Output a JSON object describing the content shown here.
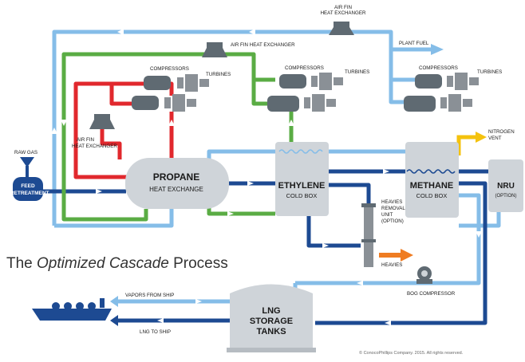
{
  "colors": {
    "light_blue": "#85bde8",
    "dark_blue": "#1d4a92",
    "green": "#5aac44",
    "red": "#e1282d",
    "orange": "#ef7c22",
    "yellow": "#f4c20d",
    "vessel": "#cfd4d9",
    "equipment": "#5f6a72"
  },
  "title": {
    "prefix": "The ",
    "emphasis": "Optimized Cascade",
    "suffix": " Process"
  },
  "labels": {
    "raw_gas": "RAW GAS",
    "feed_pretreatment_1": "FEED",
    "feed_pretreatment_2": "PRETREATMENT",
    "propane_1": "PROPANE",
    "propane_2": "HEAT EXCHANGE",
    "ethylene_1": "ETHYLENE",
    "ethylene_2": "COLD BOX",
    "methane_1": "METHANE",
    "methane_2": "COLD BOX",
    "nru_1": "NRU",
    "nru_2": "(OPTION)",
    "lng_1": "LNG",
    "lng_2": "STORAGE",
    "lng_3": "TANKS",
    "air_fin_top_1": "AIR FIN",
    "air_fin_top_2": "HEAT EXCHANGER",
    "air_fin_mid": "AIR FIN HEAT EXCHANGER",
    "air_fin_left_1": "AIR FIN",
    "air_fin_left_2": "HEAT EXCHANGER",
    "compressors": "COMPRESSORS",
    "turbines": "TURBINES",
    "plant_fuel": "PLANT FUEL",
    "nitrogen_vent_1": "NITROGEN",
    "nitrogen_vent_2": "VENT",
    "heavies_removal_1": "HEAVIES",
    "heavies_removal_2": "REMOVAL",
    "heavies_removal_3": "UNIT",
    "heavies_removal_4": "(OPTION)",
    "heavies": "HEAVIES",
    "bog_compressor": "BOG COMPRESSOR",
    "vapors_from_ship": "VAPORS FROM SHIP",
    "lng_to_ship": "LNG TO SHIP"
  },
  "copyright": "© ConocoPhillips Company. 2015. All rights reserved."
}
